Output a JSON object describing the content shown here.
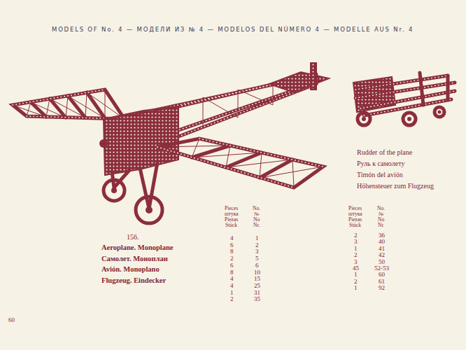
{
  "diagram": {
    "title": "MODELS OF No. 4 — МОДЕЛИ ИЗ № 4 — MODELOS DEL NÚMERO 4 — MODELLE AUS Nr. 4",
    "labels": [
      "60",
      "156.",
      "Aeroplane. Monoplane",
      "Самолет. Моноплан",
      "Avión. Monoplano",
      "Flugzeug. Eindecker",
      "Pieces",
      "штука",
      "Piezas",
      "Stück",
      "No.",
      "№",
      "No",
      "Nr.",
      "4",
      "6",
      "8",
      "2",
      "6",
      "8",
      "4",
      "4",
      "1",
      "2",
      "1",
      "2",
      "3",
      "5",
      "6",
      "10",
      "15",
      "25",
      "31",
      "35",
      "Rudder of the plane",
      "Руль к самолету",
      "Timón del avión",
      "Höhensteuer zum Flugzeug",
      "Pieces",
      "штука",
      "Piezas",
      "Stück",
      "No.",
      "№",
      "No",
      "Nr.",
      "2",
      "3",
      "1",
      "2",
      "3",
      "45",
      "1",
      "2",
      "1",
      "36",
      "40",
      "41",
      "42",
      "50",
      "52-53",
      "60",
      "61",
      "92"
    ]
  }
}
